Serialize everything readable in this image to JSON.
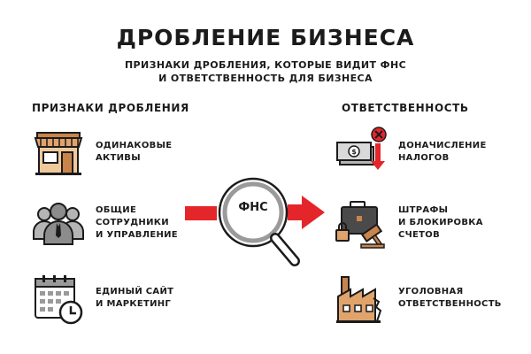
{
  "title": "ДРОБЛЕНИЕ БИЗНЕСА",
  "subtitle_line1": "ПРИЗНАКИ ДРОБЛЕНИЯ, КОТОРЫЕ ВИДИТ ФНС",
  "subtitle_line2": "И ОТВЕТСТВЕННОСТЬ ДЛЯ БИЗНЕСА",
  "left_column": {
    "heading": "ПРИЗНАКИ ДРОБЛЕНИЯ",
    "items": [
      {
        "label": "ОДИНАКОВЫЕ\nАКТИВЫ",
        "icon": "storefront-icon"
      },
      {
        "label": "ОБЩИЕ\nСОТРУДНИКИ\nИ УПРАВЛЕНИЕ",
        "icon": "people-icon"
      },
      {
        "label": "ЕДИНЫЙ САЙТ\nИ МАРКЕТИНГ",
        "icon": "calendar-clock-icon"
      }
    ]
  },
  "right_column": {
    "heading": "ОТВЕТСТВЕННОСТЬ",
    "items": [
      {
        "label": "ДОНАЧИСЛЕНИЕ\nНАЛОГОВ",
        "icon": "money-down-icon"
      },
      {
        "label": "ШТРАФЫ\nИ БЛОКИРОВКА\nСЧЕТОВ",
        "icon": "briefcase-gavel-icon"
      },
      {
        "label": "УГОЛОВНАЯ\nОТВЕТСТВЕННОСТЬ",
        "icon": "factory-icon"
      }
    ]
  },
  "center": {
    "label": "ФНС",
    "icon": "magnifier-icon"
  },
  "colors": {
    "accent": "#e4262b",
    "wood": "#c9844b",
    "gray": "#9a9a9a",
    "dark": "#1b1b1b"
  }
}
